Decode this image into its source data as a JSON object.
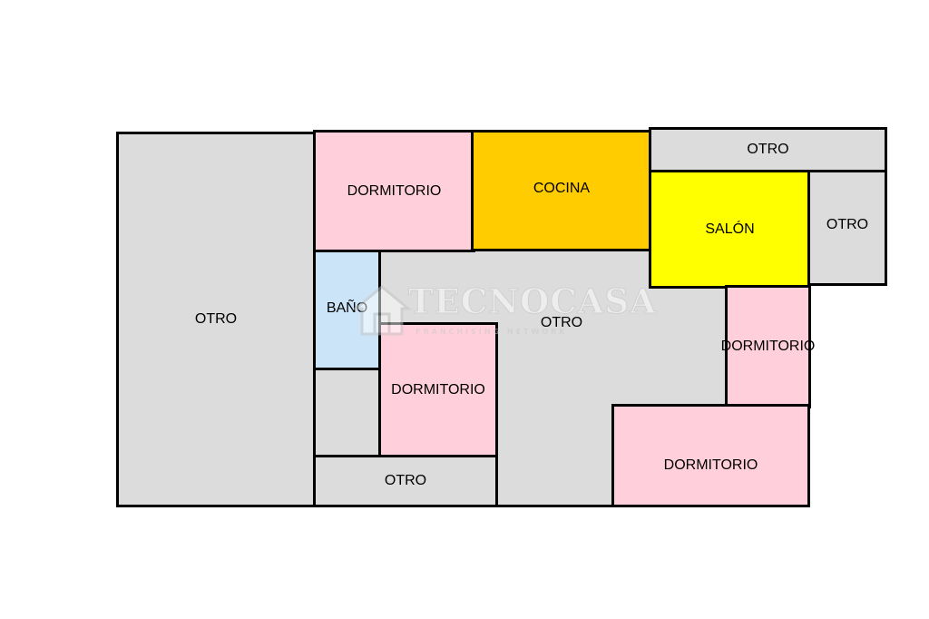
{
  "colors": {
    "otro": "#dcdcdc",
    "dormitorio": "#ffd0dc",
    "cocina": "#ffcc00",
    "salon": "#ffff00",
    "bano": "#cce4f7",
    "wall": "#000000"
  },
  "watermark": {
    "logo_icon": "tecnocasa-house-logo-icon",
    "name": "TECNOCASA",
    "subtitle": "FRANCHISING NETWORK"
  },
  "rooms": [
    {
      "id": "otro-left",
      "type": "otro",
      "label": "OTRO"
    },
    {
      "id": "otro-hall",
      "type": "otro",
      "label": "OTRO"
    },
    {
      "id": "dormitorio-top",
      "type": "dormitorio",
      "label": "DORMITORIO"
    },
    {
      "id": "cocina",
      "type": "cocina",
      "label": "COCINA"
    },
    {
      "id": "otro-top-right",
      "type": "otro",
      "label": "OTRO"
    },
    {
      "id": "salon",
      "type": "salon",
      "label": "SALÓN"
    },
    {
      "id": "otro-right",
      "type": "otro",
      "label": "OTRO"
    },
    {
      "id": "bano",
      "type": "bano",
      "label": "BAÑO"
    },
    {
      "id": "closet",
      "type": "otro",
      "label": ""
    },
    {
      "id": "dormitorio-center",
      "type": "dormitorio",
      "label": "DORMITORIO"
    },
    {
      "id": "otro-bottom",
      "type": "otro",
      "label": "OTRO"
    },
    {
      "id": "dormitorio-right",
      "type": "dormitorio",
      "label": "DORMITORIO"
    },
    {
      "id": "dormitorio-bottom-right",
      "type": "dormitorio",
      "label": "DORMITORIO"
    }
  ]
}
